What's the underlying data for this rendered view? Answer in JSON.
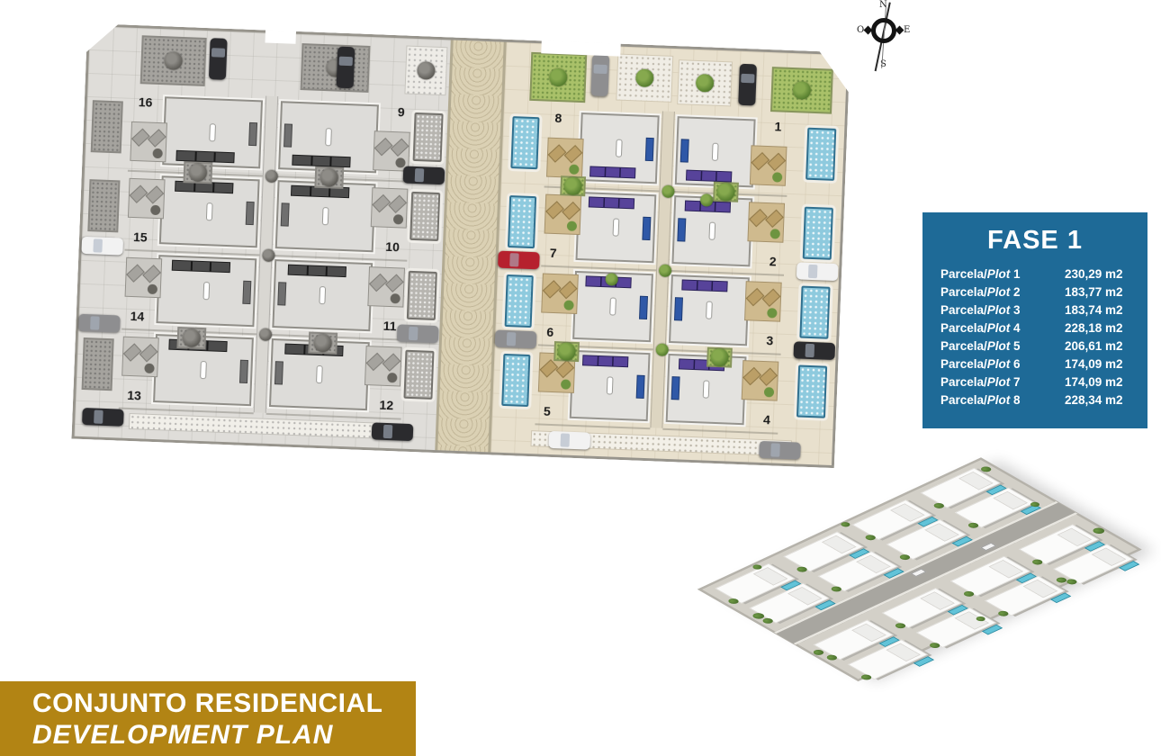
{
  "compass": {
    "north": "N",
    "south": "S",
    "east": "E",
    "west": "O"
  },
  "phase_panel": {
    "title": "FASE 1",
    "label_prefix": "Parcela/",
    "label_plot": "Plot",
    "background": "#1e6a97",
    "text_color": "#ffffff",
    "rows": [
      {
        "plot": "1",
        "area": "230,29 m2"
      },
      {
        "plot": "2",
        "area": "183,77 m2"
      },
      {
        "plot": "3",
        "area": "183,74 m2"
      },
      {
        "plot": "4",
        "area": "228,18 m2"
      },
      {
        "plot": "5",
        "area": "206,61 m2"
      },
      {
        "plot": "6",
        "area": "174,09 m2"
      },
      {
        "plot": "7",
        "area": "174,09 m2"
      },
      {
        "plot": "8",
        "area": "228,34 m2"
      }
    ]
  },
  "banner": {
    "line1": "CONJUNTO RESIDENCIAL",
    "line2": "DEVELOPMENT PLAN",
    "background": "#b28414",
    "text_color": "#ffffff"
  },
  "site_plan": {
    "sections": [
      {
        "id": "phase2",
        "style": "gray",
        "columns": [
          [
            "16",
            "15",
            "14",
            "13"
          ],
          [
            "9",
            "10",
            "11",
            "12"
          ]
        ]
      },
      {
        "id": "phase1",
        "style": "color",
        "columns": [
          [
            "8",
            "7",
            "6",
            "5"
          ],
          [
            "1",
            "2",
            "3",
            "4"
          ]
        ]
      }
    ]
  },
  "illustrations": {
    "site_plan": "development-site-plan",
    "aerial_render": "3d-aerial-villas-render",
    "compass_rose": "compass-rose"
  },
  "colors": {
    "solar_panel_purple": "#57439a",
    "pool_blue": "#8ecade",
    "lawn_green": "#a9c169",
    "terrace_tan": "#cfba8e",
    "road_beige": "#dbd1b4",
    "panel_blue": "#1e6a97",
    "banner_gold": "#b28414",
    "car_red": "#b6212e",
    "car_white": "#f2f2f2",
    "car_gray": "#8e8e90",
    "car_black": "#2b2b2e"
  }
}
